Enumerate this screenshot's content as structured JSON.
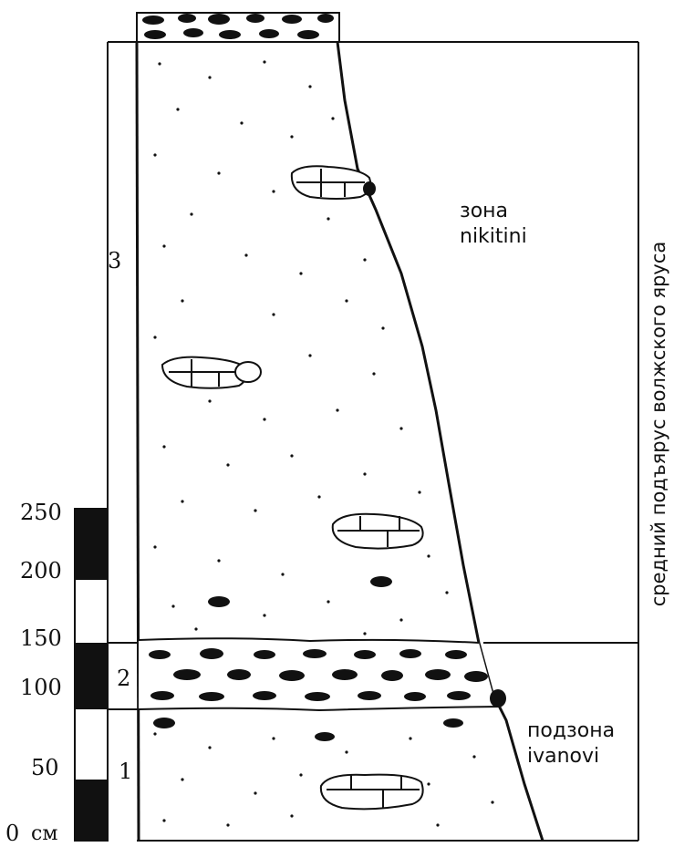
{
  "scale": {
    "ticks": [
      "250",
      "200",
      "150",
      "100",
      "50",
      "0"
    ],
    "unit": "см"
  },
  "beds": [
    "1",
    "2",
    "3"
  ],
  "zones": {
    "upper": {
      "line1": "зона",
      "line2": "nikitini"
    },
    "lower": {
      "line1": "подзона",
      "line2": "ivanovi"
    }
  },
  "stage_label": "средний подъярус волжского яруса",
  "colors": {
    "ink": "#111111",
    "paper": "#ffffff"
  }
}
